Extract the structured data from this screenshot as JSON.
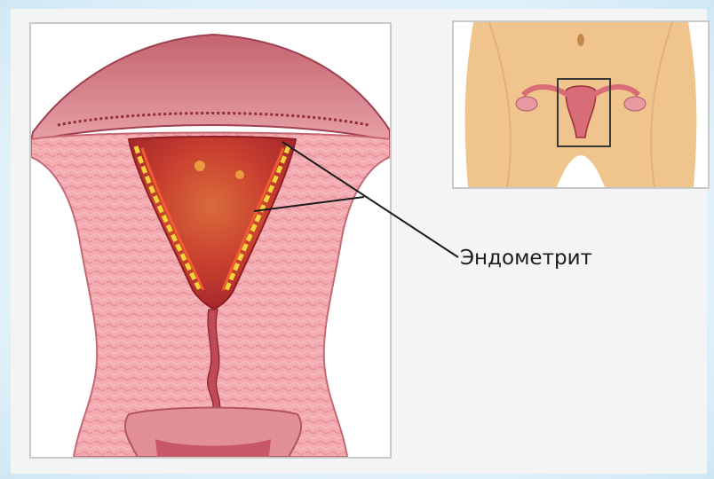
{
  "annotation": {
    "label": "Эндометрит"
  },
  "colors": {
    "background": "#e3f2fa",
    "tissue": "#f3a7ad",
    "tissue_dark": "#d86d78",
    "inflammation": "#e3342b",
    "pus": "#f4d43c",
    "skin": "#efc58d"
  },
  "icons": {
    "main": "uterus-cross-section-illustration",
    "inset": "pelvis-location-illustration"
  }
}
